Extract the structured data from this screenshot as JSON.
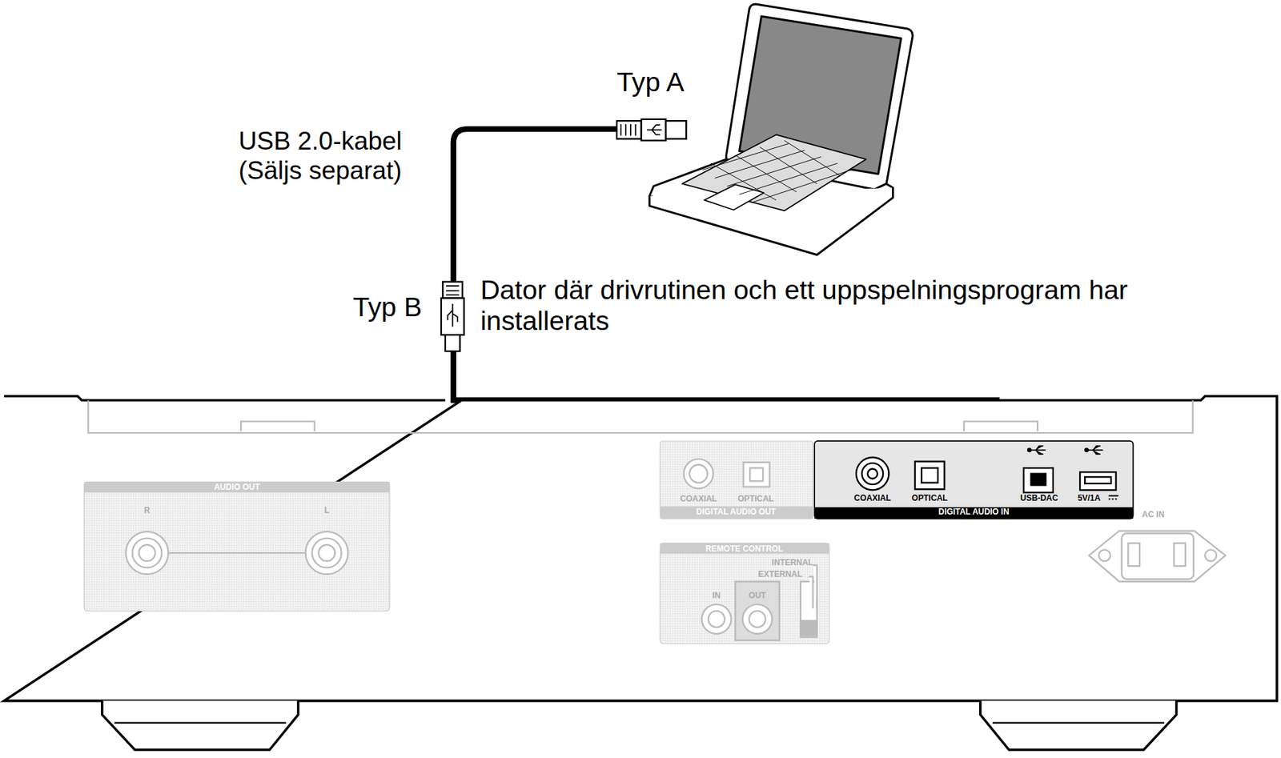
{
  "diagram": {
    "nodes": [
      {
        "text": [
          "AUDIO OUT",
          "R",
          "L"
        ]
      },
      {
        "text": [
          "COAXIAL",
          "OPTICAL",
          "DIGITAL AUDIO OUT"
        ]
      },
      {
        "text": [
          "REMOTE CONTROL",
          "INTERNAL",
          "EXTERNAL",
          "IN",
          "OUT"
        ]
      },
      {
        "text": [
          "COAXIAL",
          "OPTICAL",
          "USB-DAC",
          "5V/1A",
          "DIGITAL AUDIO IN"
        ]
      }
    ],
    "labels": [
      "Typ A",
      "USB 2.0-kabel (Säljs separat)",
      "Typ B",
      "Dator där drivrutinen och ett uppspelningsprogram har installerats",
      "AC IN"
    ]
  }
}
